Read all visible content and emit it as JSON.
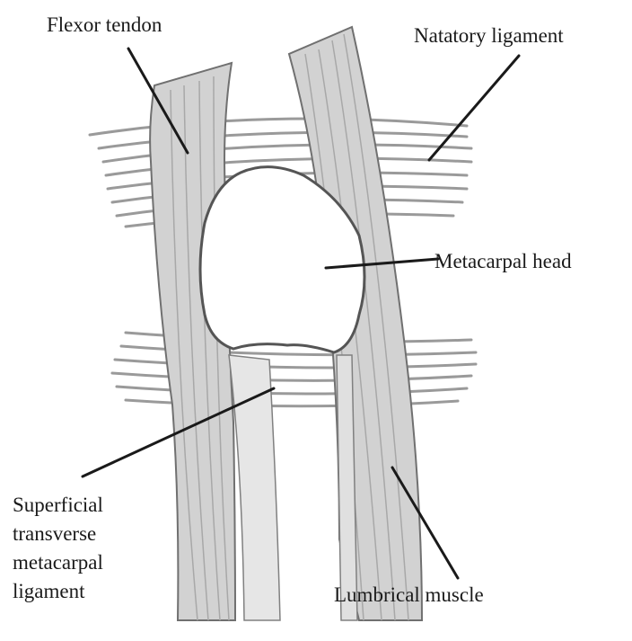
{
  "labels": {
    "flexor_tendon": "Flexor tendon",
    "natatory_ligament": "Natatory ligament",
    "metacarpal_head": "Metacarpal head",
    "lumbrical_muscle": "Lumbrical muscle",
    "superficial_ligament": {
      "line1": "Superficial",
      "line2": "transverse",
      "line3": "metacarpal",
      "line4": "ligament"
    }
  },
  "colors": {
    "ink": "#1a1a1a",
    "tendon_fill": "#cfcfcf",
    "ligament_stroke": "#9a9a9a",
    "outline": "#5a5a5a",
    "bone_fill": "#ffffff"
  }
}
